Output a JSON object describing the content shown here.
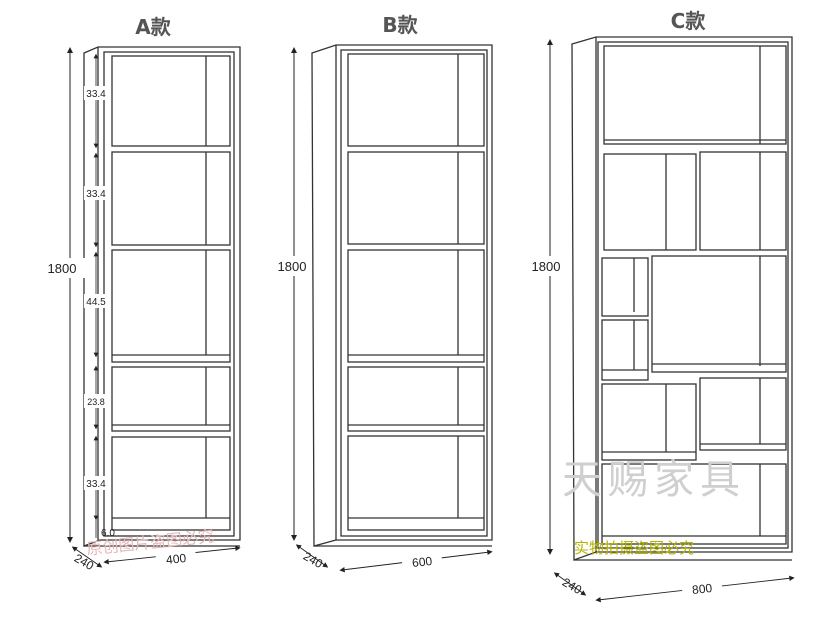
{
  "models": [
    {
      "title": "A款",
      "height_label": "1800",
      "width_label": "400",
      "depth_label": "240",
      "shelf_dims": [
        "33.4",
        "33.4",
        "44.5",
        "23.8",
        "33.4",
        "6.0"
      ]
    },
    {
      "title": "B款",
      "height_label": "1800",
      "width_label": "600",
      "depth_label": "240"
    },
    {
      "title": "C款",
      "height_label": "1800",
      "width_label": "800",
      "depth_label": "240"
    }
  ],
  "watermarks": {
    "brand": "天赐家具",
    "notice": "实物拍摄盗图必究",
    "left_notice": "原创图片盗图必究"
  }
}
